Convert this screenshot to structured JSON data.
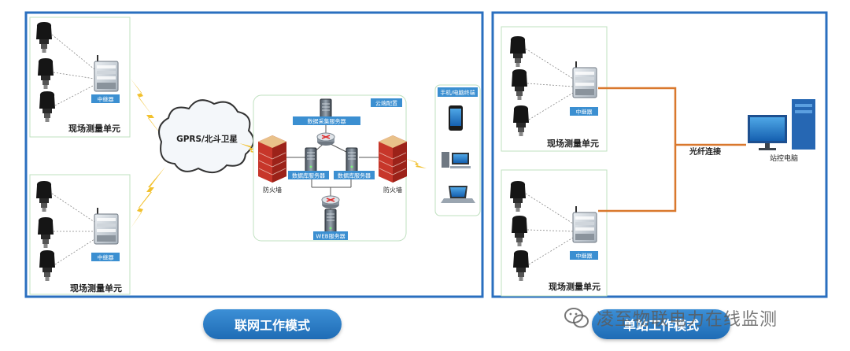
{
  "left_panel": {
    "unit_label_top": "现场测量单元",
    "unit_label_bottom": "现场测量单元",
    "collector_label_top": "中继器",
    "collector_label_bottom": "中继器",
    "cloud_label": "GPRS/北斗卫星",
    "server_area": {
      "title": "云端配置",
      "top_server_label": "数据采集服务器",
      "left_server_label": "数据库服务器",
      "right_server_label": "数据库服务器",
      "web_server_label": "WEB服务器",
      "firewall_left_label": "防火墙",
      "firewall_right_label": "防火墙"
    },
    "terminal_panel_label": "手机/电脑终端"
  },
  "right_panel": {
    "unit_label_top": "现场测量单元",
    "unit_label_bottom": "现场测量单元",
    "collector_label_top": "中继器",
    "collector_label_bottom": "中继器",
    "fiber_label": "光纤连接",
    "station_pc_label": "站控电脑"
  },
  "mode_buttons": {
    "network_mode": "联网工作模式",
    "station_mode": "单站工作模式"
  },
  "watermark": {
    "text": "凌至物联电力在线监测",
    "icon": "wechat-icon"
  },
  "colors": {
    "frame_blue": "#2a6fbf",
    "fiber_orange": "#d9782d",
    "lightning_yellow": "#f2c12e",
    "label_blue": "#3b8fd1"
  }
}
